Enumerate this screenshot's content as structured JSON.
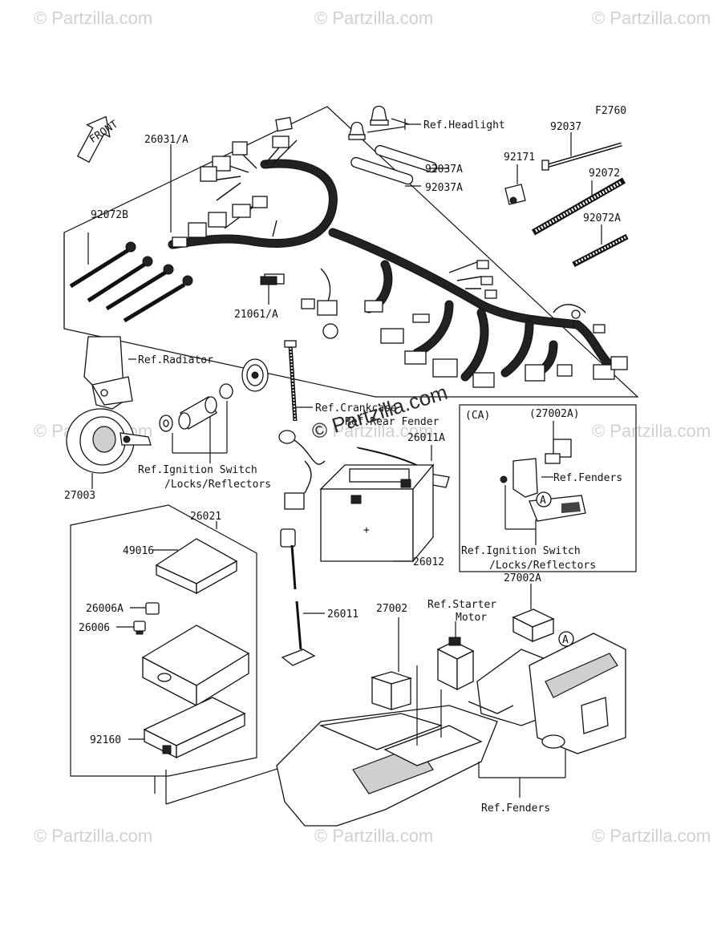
{
  "figure_code": "F2760",
  "front_arrow_label": "FRONT",
  "watermarks": [
    "© Partzilla.com",
    "© Partzilla.com",
    "© Partzilla.com",
    "© Partzilla.com",
    "© Partzilla.com",
    "© Partzilla.com",
    "© Partzilla.com",
    "© Partzilla.com",
    "© Partzilla.com"
  ],
  "center_watermark": "© Partzilla.com",
  "labels": {
    "p26031A": "26031/A",
    "ref_headlight": "Ref.Headlight",
    "p92037": "92037",
    "p92171": "92171",
    "p92072": "92072",
    "p92037A_1": "92037A",
    "p92037A_2": "92037A",
    "p92072A": "92072A",
    "p92072B": "92072B",
    "p21061A": "21061/A",
    "ref_radiator": "Ref.Radiator",
    "ref_crankcase": "Ref.Crankcase",
    "ref_rear_fender": "Ref.Rear Fender",
    "p26011A": "26011A",
    "ca": "(CA)",
    "p27002A_bracket": "(27002A)",
    "ref_fenders_ca": "Ref.Fenders",
    "ref_ign_switch_1": "Ref.Ignition Switch",
    "ref_locks_1": "/Locks/Reflectors",
    "p27003": "27003",
    "p26021": "26021",
    "p49016": "49016",
    "p26006A": "26006A",
    "p26006": "26006",
    "p92160": "92160",
    "p26012": "26012",
    "p26011": "26011",
    "p27002": "27002",
    "ref_starter": "Ref.Starter",
    "motor": "Motor",
    "p27002A": "27002A",
    "ref_ign_switch_ca": "Ref.Ignition Switch",
    "ref_locks_ca": "/Locks/Reflectors",
    "ref_fenders_bottom": "Ref.Fenders",
    "marker_a": "A"
  }
}
